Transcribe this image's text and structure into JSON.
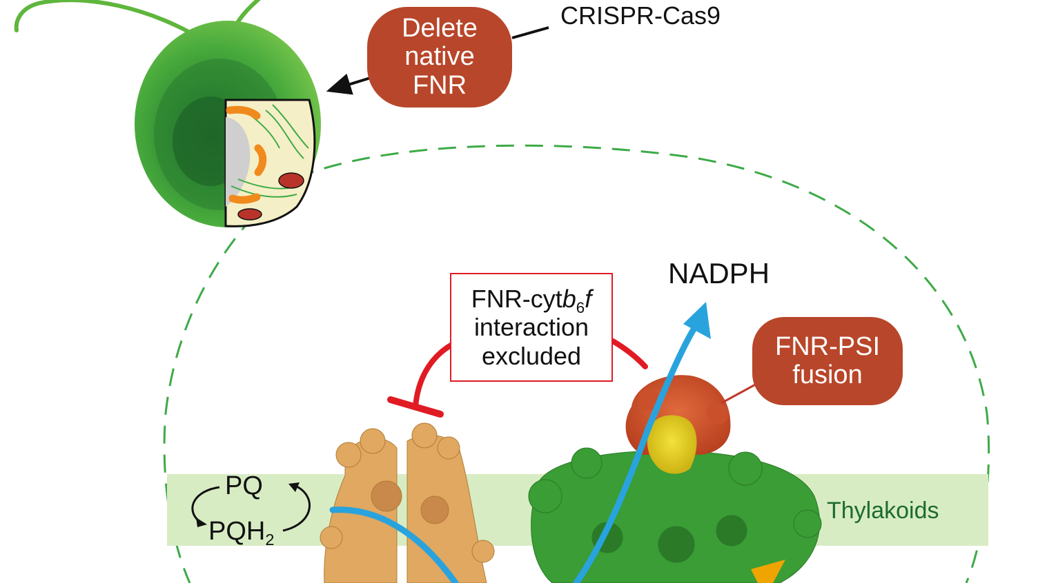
{
  "labels": {
    "crispr": "CRISPR-Cas9",
    "delete_line1": "Delete",
    "delete_line2": "native",
    "delete_line3": "FNR",
    "nadph": "NADPH",
    "fnr_cyt_line1_a": "FNR-cyt",
    "fnr_cyt_line1_b": "b",
    "fnr_cyt_line1_sub": "6",
    "fnr_cyt_line1_c": "f",
    "fnr_cyt_line2": "interaction",
    "fnr_cyt_line3": "excluded",
    "fusion_line1": "FNR-PSI",
    "fusion_line2": "fusion",
    "pq": "PQ",
    "pqh": "PQH",
    "pqh_sub": "2",
    "thylakoids": "Thylakoids"
  },
  "colors": {
    "pill_fill": "#b8462a",
    "inhibition_red": "#e01b24",
    "electron_path_blue": "#29a3dd",
    "thylakoid_band": "#d8ecc4",
    "thylakoid_text": "#1d6b2f",
    "dashed_outline": "#3daa47",
    "cell_green": "#4fae3a",
    "cyt_b6f_tan": "#e0a860",
    "psi_green": "#3a9d35",
    "fnr_red": "#c9502a",
    "ferredoxin_yellow": "#e2cc1c",
    "accent_orange": "#f0a400"
  }
}
